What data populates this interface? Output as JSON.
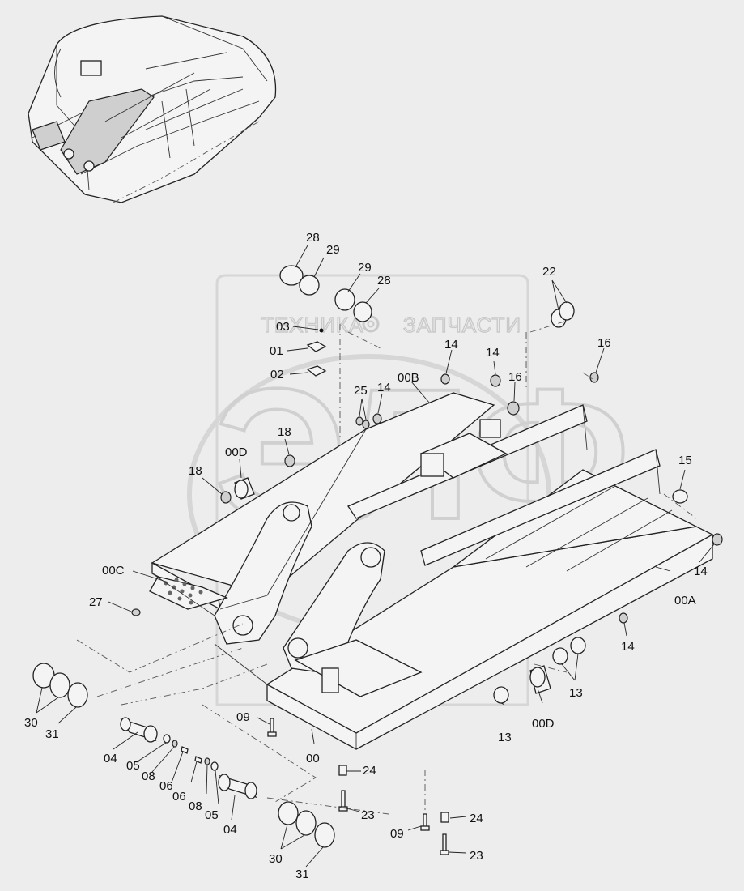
{
  "watermark": {
    "left_text": "ТЕХНИКА",
    "right_text": "ЗАПЧАСТИ",
    "logo_text": "ЭЛФ"
  },
  "labels": [
    {
      "id": "l28a",
      "text": "28"
    },
    {
      "id": "l29a",
      "text": "29"
    },
    {
      "id": "l29b",
      "text": "29"
    },
    {
      "id": "l28b",
      "text": "28"
    },
    {
      "id": "l22",
      "text": "22"
    },
    {
      "id": "l03",
      "text": "03"
    },
    {
      "id": "l01",
      "text": "01"
    },
    {
      "id": "l02",
      "text": "02"
    },
    {
      "id": "l14a",
      "text": "14"
    },
    {
      "id": "l14b",
      "text": "14"
    },
    {
      "id": "l16a",
      "text": "16"
    },
    {
      "id": "l16b",
      "text": "16"
    },
    {
      "id": "l00B",
      "text": "00B"
    },
    {
      "id": "l25",
      "text": "25"
    },
    {
      "id": "l14c",
      "text": "14"
    },
    {
      "id": "l18a",
      "text": "18"
    },
    {
      "id": "l00Da",
      "text": "00D"
    },
    {
      "id": "l18b",
      "text": "18"
    },
    {
      "id": "l15",
      "text": "15"
    },
    {
      "id": "l00C",
      "text": "00C"
    },
    {
      "id": "l27",
      "text": "27"
    },
    {
      "id": "l14d",
      "text": "14"
    },
    {
      "id": "l00A",
      "text": "00A"
    },
    {
      "id": "l14e",
      "text": "14"
    },
    {
      "id": "l13a",
      "text": "13"
    },
    {
      "id": "l13b",
      "text": "13"
    },
    {
      "id": "l00Db",
      "text": "00D"
    },
    {
      "id": "l30a",
      "text": "30"
    },
    {
      "id": "l31a",
      "text": "31"
    },
    {
      "id": "l09a",
      "text": "09"
    },
    {
      "id": "l00",
      "text": "00"
    },
    {
      "id": "l04a",
      "text": "04"
    },
    {
      "id": "l05a",
      "text": "05"
    },
    {
      "id": "l08a",
      "text": "08"
    },
    {
      "id": "l06a",
      "text": "06"
    },
    {
      "id": "l06b",
      "text": "06"
    },
    {
      "id": "l08b",
      "text": "08"
    },
    {
      "id": "l05b",
      "text": "05"
    },
    {
      "id": "l04b",
      "text": "04"
    },
    {
      "id": "l24a",
      "text": "24"
    },
    {
      "id": "l23a",
      "text": "23"
    },
    {
      "id": "l09b",
      "text": "09"
    },
    {
      "id": "l24b",
      "text": "24"
    },
    {
      "id": "l23b",
      "text": "23"
    },
    {
      "id": "l30b",
      "text": "30"
    },
    {
      "id": "l31b",
      "text": "31"
    }
  ]
}
